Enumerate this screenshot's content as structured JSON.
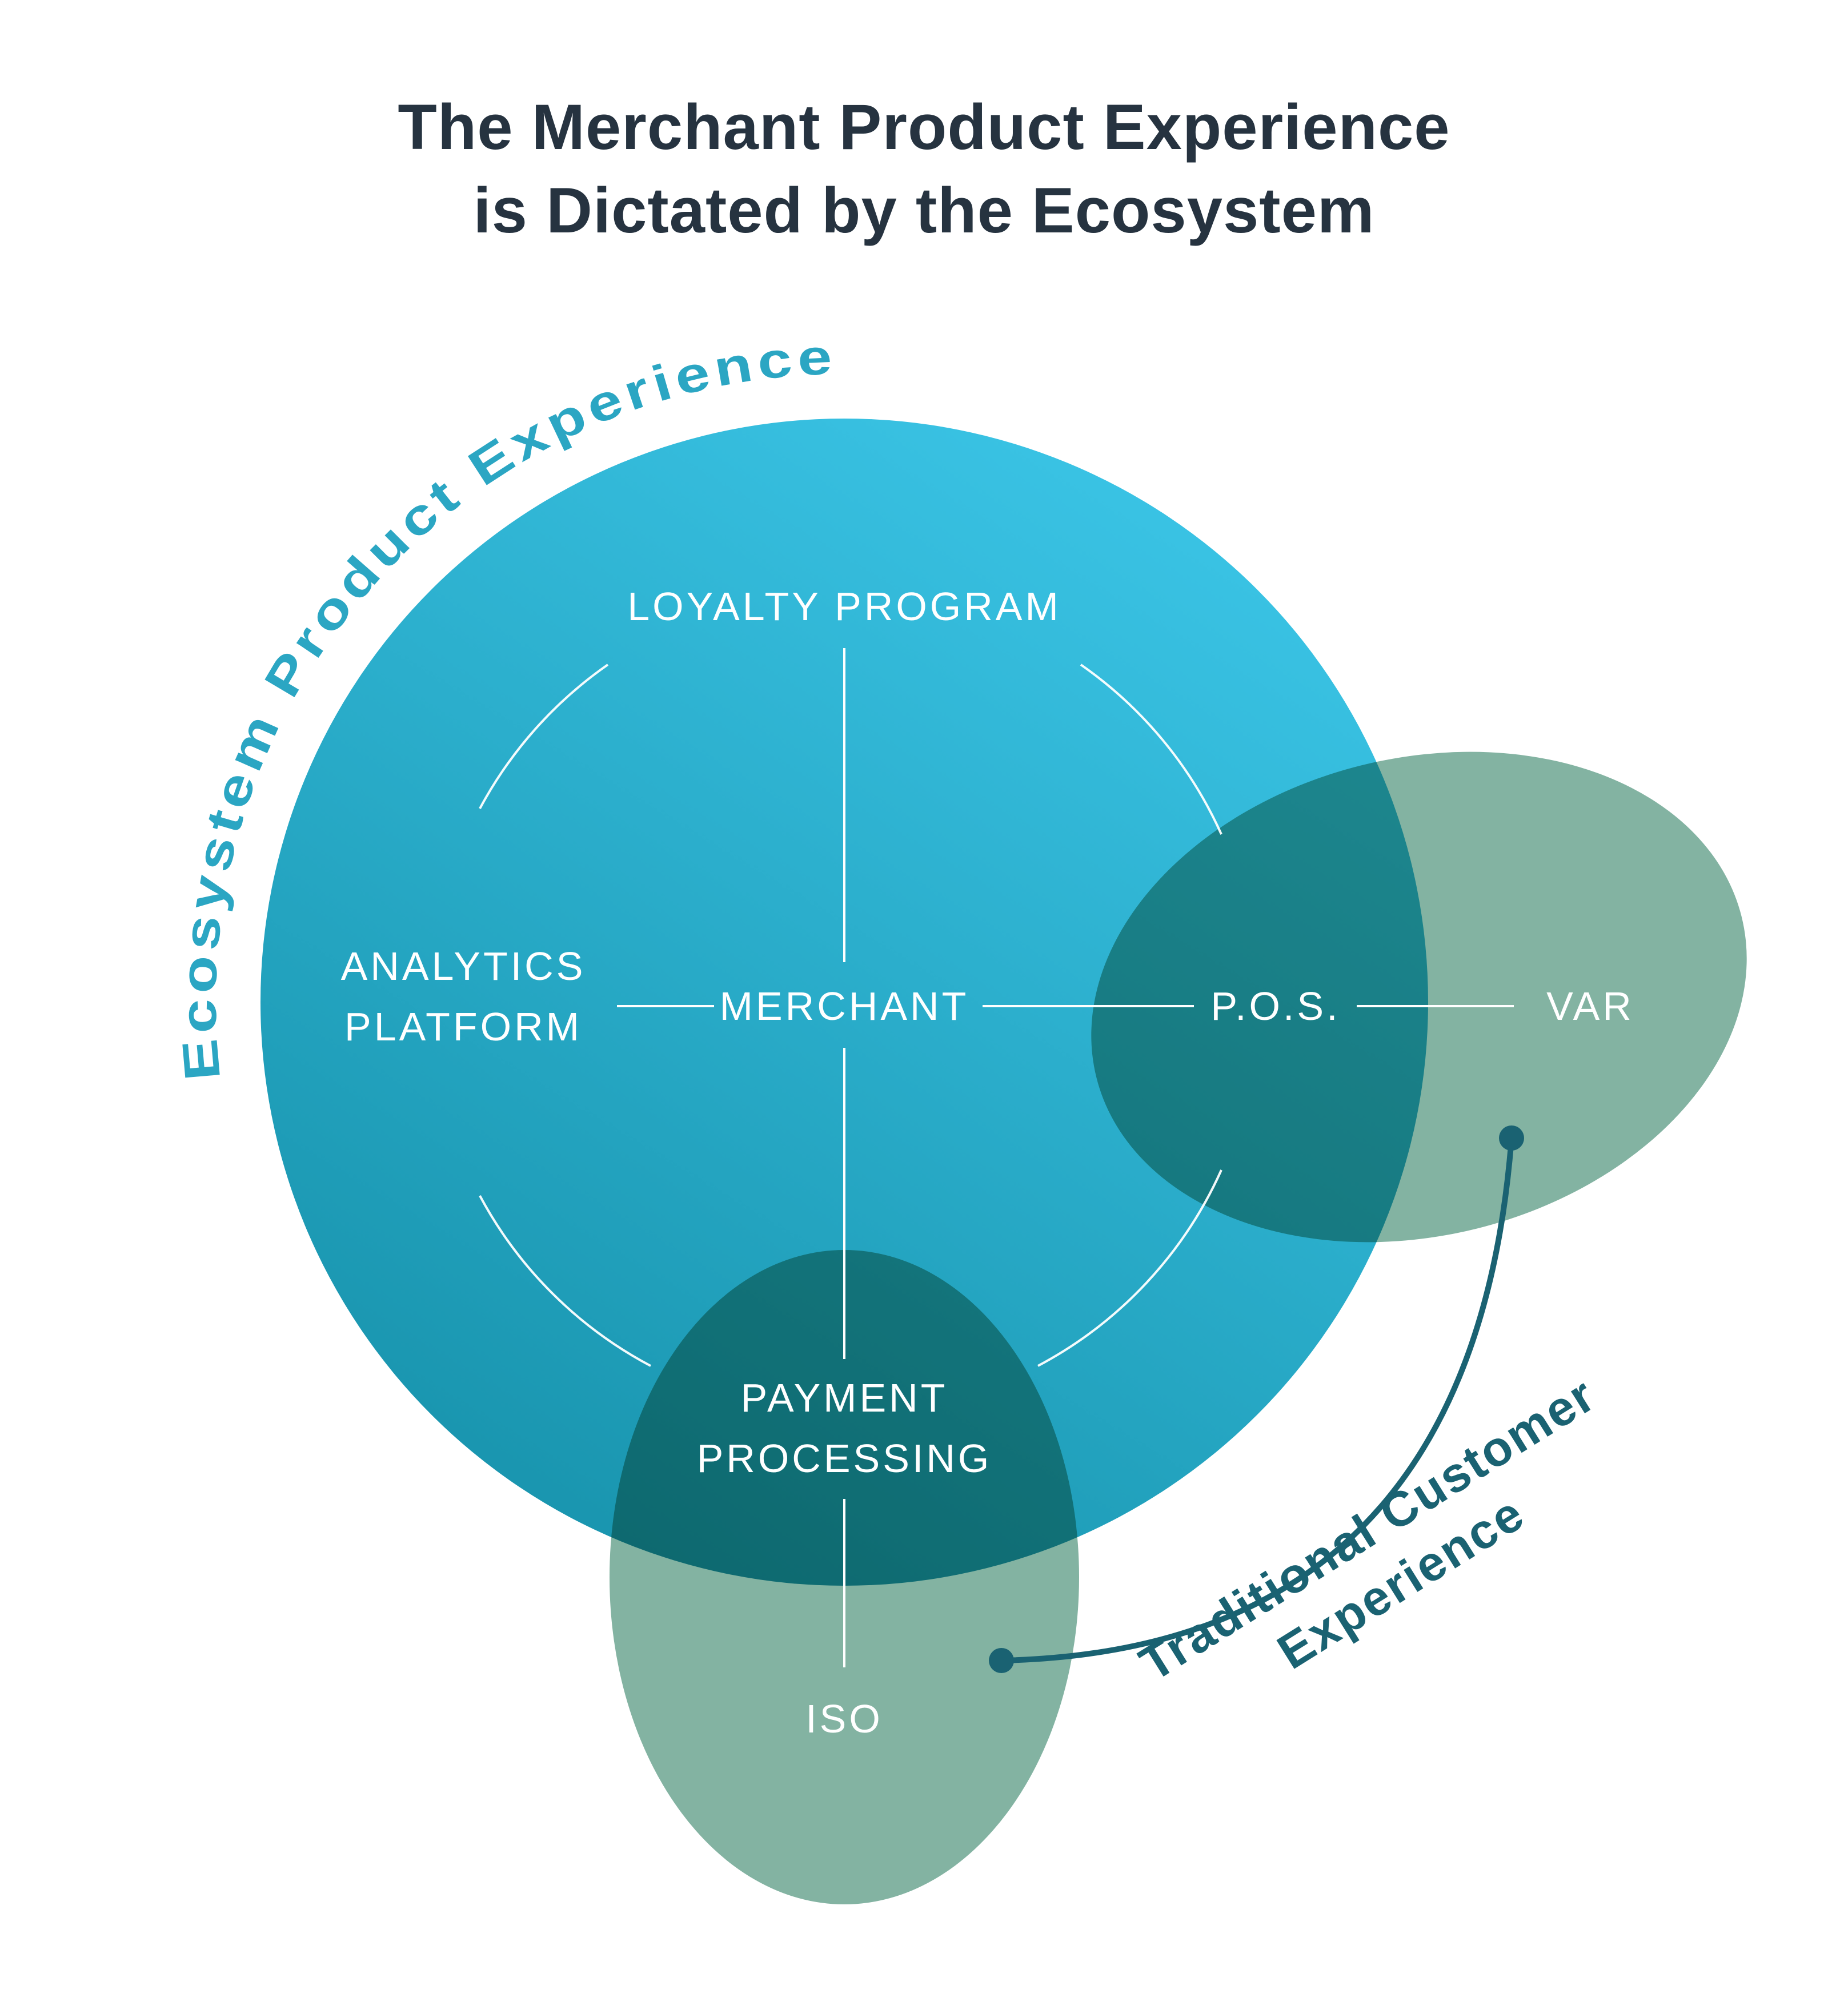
{
  "title": {
    "line1": "The Merchant Product Experience",
    "line2": "is Dictated by the Ecosystem"
  },
  "labels": {
    "ecosystem": "Ecosystem Product Experience",
    "traditional_line1": "Traditional Customer",
    "traditional_line2": "Experience"
  },
  "nodes": {
    "loyalty": "LOYALTY PROGRAM",
    "merchant": "MERCHANT",
    "analytics_line1": "ANALYTICS",
    "analytics_line2": "PLATFORM",
    "pos": "P.O.S.",
    "var": "VAR",
    "payment_line1": "PAYMENT",
    "payment_line2": "PROCESSING",
    "iso": "ISO"
  },
  "colors": {
    "title_text": "#263340",
    "circle_gradient_top": "#3cc6e8",
    "circle_gradient_bottom": "#1792ab",
    "overlay_green": "#83b3a2",
    "ecosystem_label": "#2ba6c3",
    "traditional_label": "#1a6272",
    "node_text": "#ffffff"
  }
}
